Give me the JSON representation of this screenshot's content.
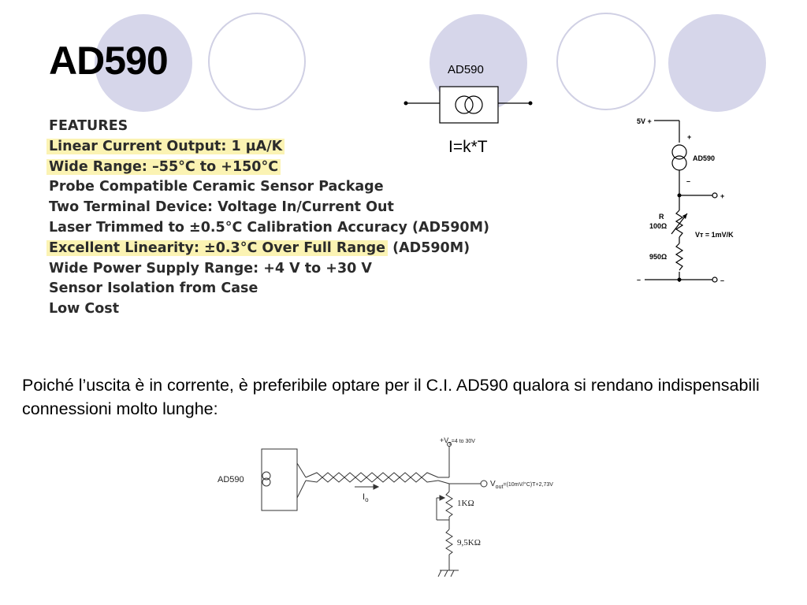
{
  "title": "AD590",
  "features_heading": "FEATURES",
  "features": [
    {
      "text": "Linear Current Output: 1 µA/K",
      "highlighted": true,
      "suffix": ""
    },
    {
      "text": "Wide Range: –55°C to +150°C",
      "highlighted": true,
      "suffix": ""
    },
    {
      "text": "Probe Compatible Ceramic Sensor Package",
      "highlighted": false,
      "suffix": ""
    },
    {
      "text": "Two Terminal Device: Voltage In/Current Out",
      "highlighted": false,
      "suffix": ""
    },
    {
      "text": "Laser Trimmed to ±0.5°C Calibration Accuracy (AD590M)",
      "highlighted": false,
      "suffix": ""
    },
    {
      "text": "Excellent Linearity: ±0.3°C Over Full Range",
      "highlighted": true,
      "suffix": " (AD590M)"
    },
    {
      "text": "Wide Power Supply Range: +4 V to +30 V",
      "highlighted": false,
      "suffix": ""
    },
    {
      "text": "Sensor Isolation from Case",
      "highlighted": false,
      "suffix": ""
    },
    {
      "text": "Low Cost",
      "highlighted": false,
      "suffix": ""
    }
  ],
  "highlight_color": "#fbf3b3",
  "decoration_color": "#d6d6ea",
  "symbol": {
    "caption": "AD590",
    "formula": "I=k*T"
  },
  "circuit1": {
    "supply": "5V +",
    "plus_top": "+",
    "device": "AD590",
    "minus_top": "–",
    "out_plus": "+",
    "r_label": "R",
    "r_value": "100Ω",
    "vt": "Vᴛ = 1mV/K",
    "r2_value": "950Ω",
    "gnd_left": "–",
    "out_minus": "–"
  },
  "body_text": "Poiché l’uscita è in corrente, è preferibile optare per il C.I. AD590 qualora si rendano indispensabili connessioni molto lunghe:",
  "circuit2": {
    "supply": "+V",
    "supply_sub": "s",
    "supply_range": "=4 to 30V",
    "device": "AD590",
    "current": "I",
    "current_sub": "o",
    "vout": "V",
    "vout_sub": "out",
    "vout_formula": "=(10mV/°C)T+2,73V",
    "r1": "1KΩ",
    "r2": "9,5KΩ"
  }
}
